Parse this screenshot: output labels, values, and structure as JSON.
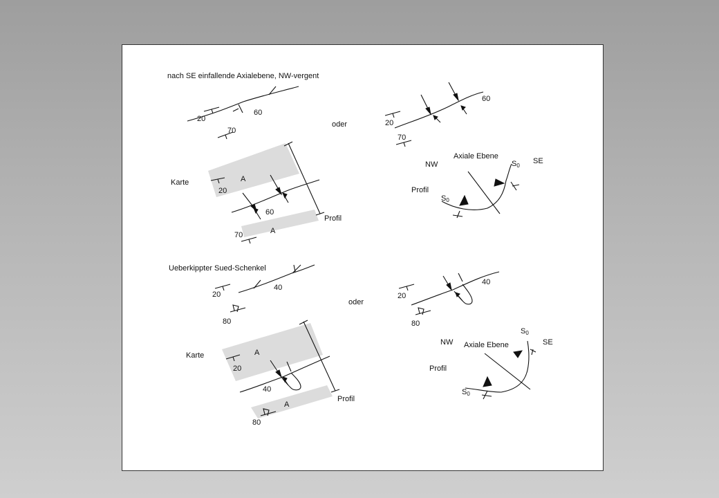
{
  "top": {
    "title": "nach SE einfallende Axialebene,  NW-vergent",
    "map_a": {
      "v20": "20",
      "v60": "60",
      "v70": "70"
    },
    "oder": "oder",
    "map_b": {
      "v20": "20",
      "v60": "60",
      "v70": "70"
    },
    "karte": {
      "label": "Karte",
      "a1": "A",
      "a2": "A",
      "v20": "20",
      "v60": "60",
      "v70": "70",
      "profil": "Profil"
    },
    "section": {
      "nw": "NW",
      "se": "SE",
      "axial": "Axiale  Ebene",
      "profil": "Profil",
      "s0_top": "S",
      "s0_bottom": "S",
      "sub": "0"
    }
  },
  "bottom": {
    "title": "Ueberkippter  Sued-Schenkel",
    "map_a": {
      "v20": "20",
      "v40": "40",
      "v80": "80"
    },
    "oder": "oder",
    "map_b": {
      "v20": "20",
      "v40": "40",
      "v80": "80"
    },
    "karte": {
      "label": "Karte",
      "a1": "A",
      "a2": "A",
      "v20": "20",
      "v40": "40",
      "v80": "80",
      "profil": "Profil"
    },
    "section": {
      "nw": "NW",
      "se": "SE",
      "axial": "Axiale  Ebene",
      "profil": "Profil",
      "s0_top": "S",
      "s0_bottom": "S",
      "sub": "0"
    }
  }
}
